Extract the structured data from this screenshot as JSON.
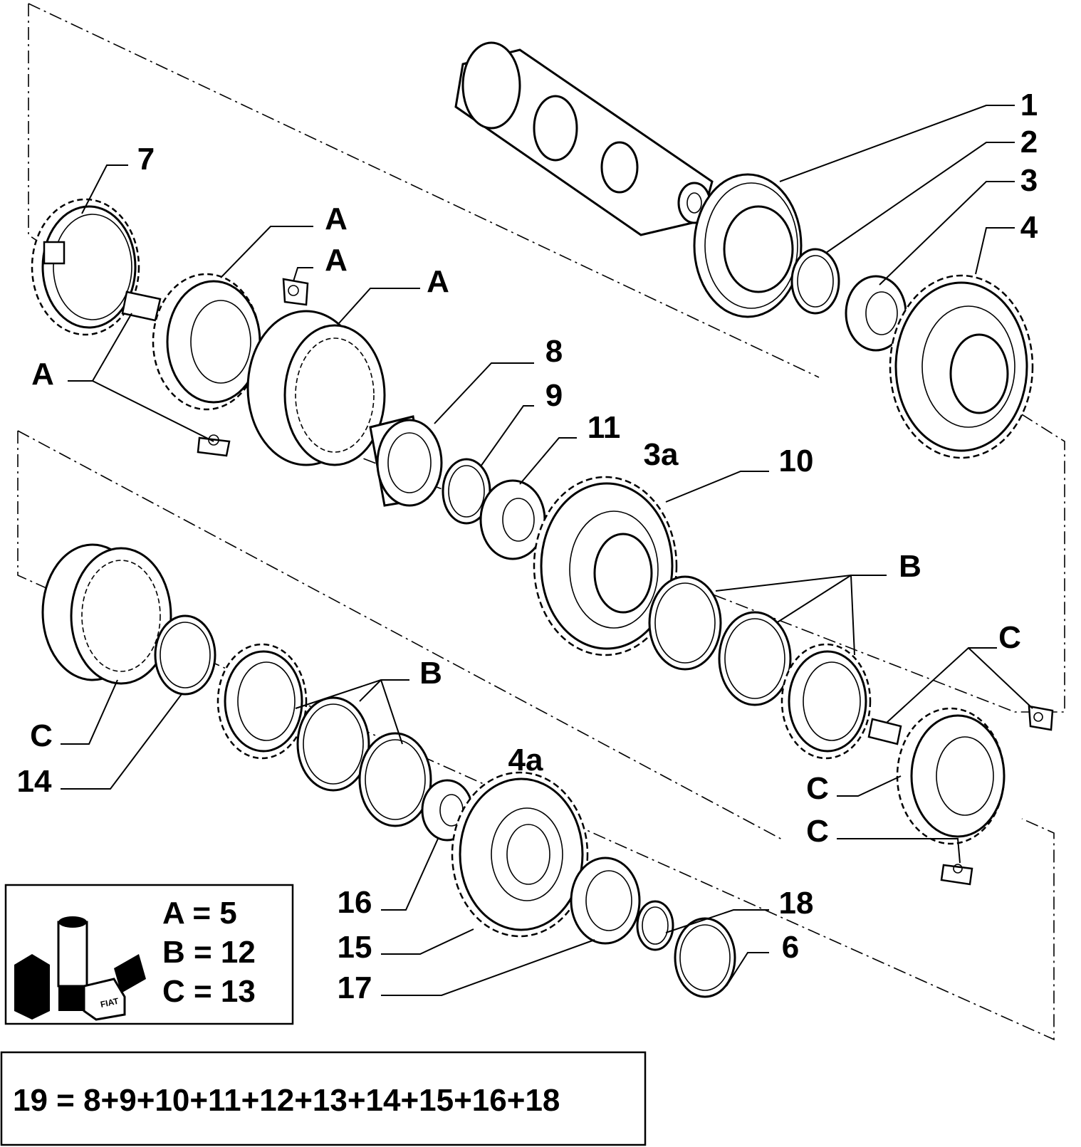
{
  "callouts": {
    "p1": "1",
    "p2": "2",
    "p3": "3",
    "p4": "4",
    "p7": "7",
    "p8": "8",
    "p9": "9",
    "p11": "11",
    "p3a": "3a",
    "p10": "10",
    "pA1": "A",
    "pA2": "A",
    "pA3": "A",
    "pA4": "A",
    "pB1": "B",
    "pB2": "B",
    "pC1": "C",
    "pC2": "C",
    "pC3": "C",
    "pC4": "C",
    "p14": "14",
    "p4a": "4a",
    "p16": "16",
    "p15": "15",
    "p17": "17",
    "p18": "18",
    "p6": "6"
  },
  "legend": {
    "line1": "A = 5",
    "line2": "B = 12",
    "line3": "C = 13",
    "logo_text": "FIAT"
  },
  "formula": {
    "text": "19 = 8+9+10+11+12+13+14+15+16+18"
  }
}
